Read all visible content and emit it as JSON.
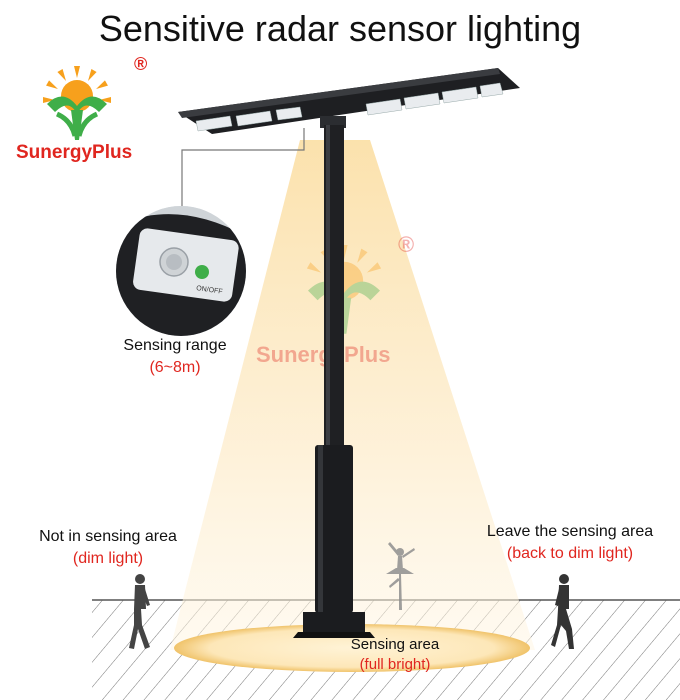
{
  "title": "Sensitive radar sensor lighting",
  "brand": {
    "name": "SunergyPlus",
    "registered": "®"
  },
  "watermark": {
    "name": "SunergyPlus",
    "registered": "®"
  },
  "sensor": {
    "switch_label": "ON/OFF",
    "range_label": "Sensing range",
    "range_value": "(6~8m)"
  },
  "left_figure": {
    "label": "Not in sensing area",
    "state": "(dim light)"
  },
  "right_figure": {
    "label": "Leave the sensing area",
    "state": "(back to dim light)"
  },
  "center": {
    "label": "Sensing area",
    "state": "(full bright)"
  },
  "colors": {
    "accent_red": "#e0261f",
    "brand_green": "#3fae49",
    "sun_orange": "#f7a01c",
    "beam": "#fbe3b4"
  },
  "icons": [
    "sun-logo-icon",
    "pir-sensor-icon",
    "walking-person-icon",
    "dancer-icon"
  ]
}
